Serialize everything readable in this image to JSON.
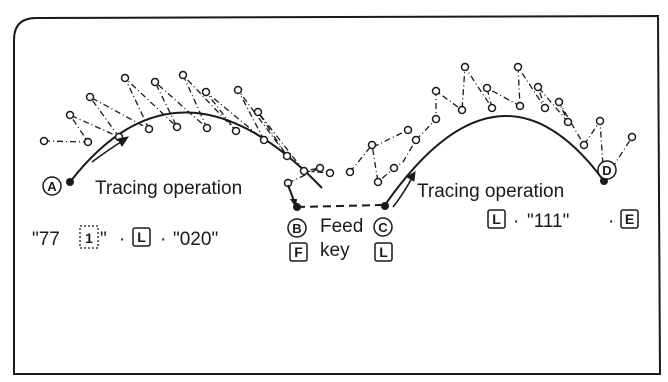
{
  "points": {
    "a": "A",
    "b": "B",
    "c": "C",
    "d": "D"
  },
  "labels": {
    "tracing_left": "Tracing operation",
    "tracing_right": "Tracing operation",
    "feed": "Feed",
    "key": "key"
  },
  "left_sequence": {
    "part1": "\"77",
    "boxed_digit": "1",
    "part2": "\"",
    "dot1": "·",
    "key_l": "L",
    "dot2": "·",
    "part3": "\"020\""
  },
  "feed_key_box": "F",
  "c_key_box": "L",
  "right_sequence": {
    "key_l": "L",
    "dot1": "·",
    "part1": "\"111\"",
    "dot2": "·",
    "key_e": "E"
  },
  "colors": {
    "ink": "#1a1a1a",
    "background": "#ffffff"
  }
}
